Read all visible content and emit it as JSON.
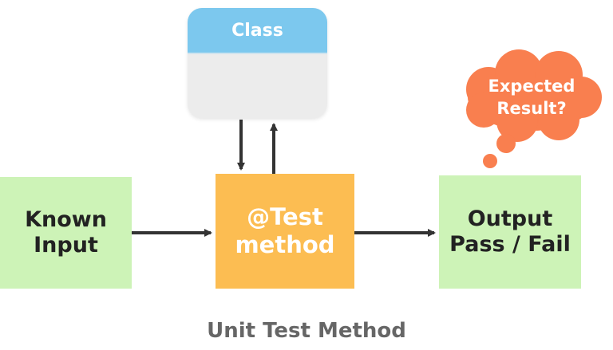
{
  "class_box": {
    "title": "Class"
  },
  "input_box": {
    "line1": "Known",
    "line2": "Input"
  },
  "method_box": {
    "line1": "@Test",
    "line2": "method"
  },
  "output_box": {
    "line1": "Output",
    "line2": "Pass / Fail"
  },
  "thought_cloud": {
    "line1": "Expected",
    "line2": "Result?"
  },
  "caption": "Unit Test Method",
  "colors": {
    "class_header": "#7cc8ee",
    "class_body": "#ececec",
    "input_fill": "#cdf3b7",
    "method_fill": "#fcbd52",
    "output_fill": "#cdf3b7",
    "cloud_fill": "#f97f4f",
    "arrow": "#333333",
    "caption": "#666666"
  }
}
